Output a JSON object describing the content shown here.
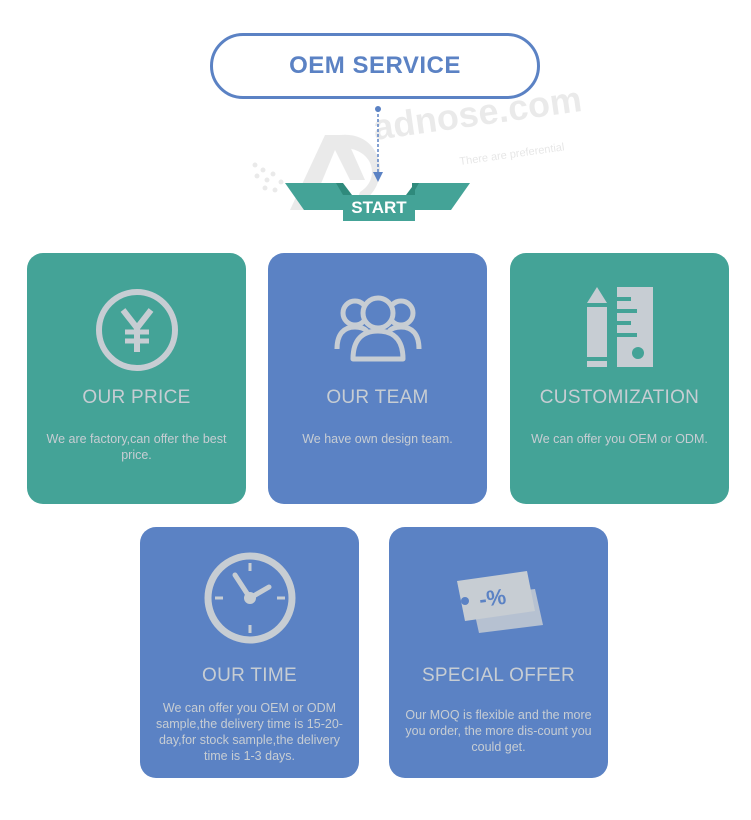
{
  "header": {
    "title": "OEM SERVICE"
  },
  "start": {
    "label": "START"
  },
  "watermark": {
    "brand": "adnose.com",
    "tagline": "There are preferential"
  },
  "colors": {
    "teal": "#44a397",
    "blue": "#5b82c4",
    "text": "#c7cdd3",
    "banner_dark": "#2f8a7c"
  },
  "cards": [
    {
      "title": "OUR PRICE",
      "desc": "We are factory,can offer the best price.",
      "icon": "yen-coin-icon",
      "color": "teal"
    },
    {
      "title": "OUR TEAM",
      "desc": "We have own design team.",
      "icon": "team-people-icon",
      "color": "blue"
    },
    {
      "title": "CUSTOMIZATION",
      "desc": "We can offer you OEM or ODM.",
      "icon": "pencil-ruler-icon",
      "color": "teal"
    },
    {
      "title": "OUR TIME",
      "desc": "We can offer you OEM or ODM sample,the delivery time is 15-20-day,for stock sample,the delivery time is 1-3 days.",
      "icon": "clock-icon",
      "color": "blue"
    },
    {
      "title": "SPECIAL OFFER",
      "desc": "Our MOQ is flexible and the more you order, the more dis-count you could get.",
      "icon": "discount-tag-icon",
      "color": "blue"
    }
  ]
}
